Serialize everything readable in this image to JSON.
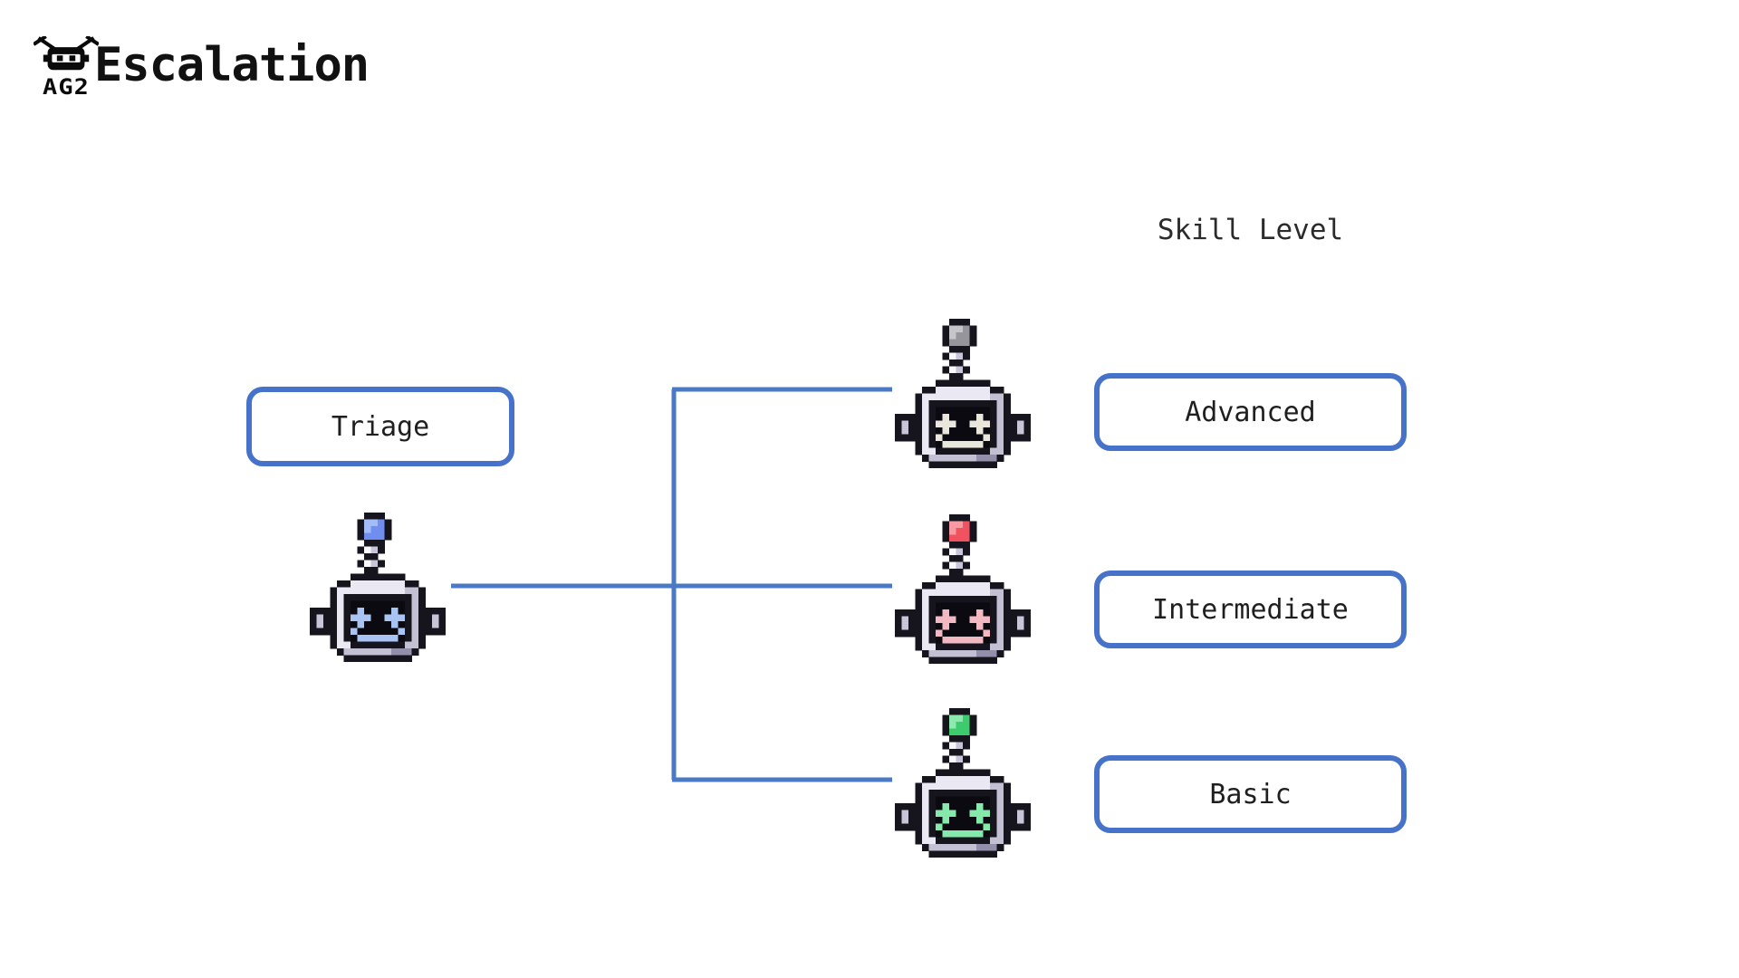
{
  "header": {
    "logo_text": "AG2",
    "title": "Escalation"
  },
  "skill_column_label": "Skill Level",
  "triage": {
    "label": "Triage"
  },
  "skills": [
    {
      "label": "Advanced"
    },
    {
      "label": "Intermediate"
    },
    {
      "label": "Basic"
    }
  ],
  "robots": {
    "triage": {
      "antenna": "#6f8ef0",
      "antenna_highlight": "#a3bcf7",
      "face_accent": "#a9c4f2"
    },
    "advanced": {
      "antenna": "#97959c",
      "antenna_highlight": "#c6c5c9",
      "face_accent": "#e9e7dc"
    },
    "intermediate": {
      "antenna": "#f0525f",
      "antenna_highlight": "#f79aa2",
      "face_accent": "#f3b9c3"
    },
    "basic": {
      "antenna": "#3ecb6d",
      "antenna_highlight": "#8ceaae",
      "face_accent": "#84e9ab"
    }
  },
  "robot_body": {
    "outline": "#16141d",
    "light": "#eae8f3",
    "mid": "#c4c0d4",
    "dark": "#938ea9",
    "ear": "#c9c5d8",
    "stem_highlight": "#f8f8fc",
    "screen": "#0a0a10"
  },
  "colors": {
    "connector_blue": "#4a79c5",
    "box_border_blue": "#4673c9",
    "label_text": "#1f1f1f",
    "title_text": "#111111"
  }
}
